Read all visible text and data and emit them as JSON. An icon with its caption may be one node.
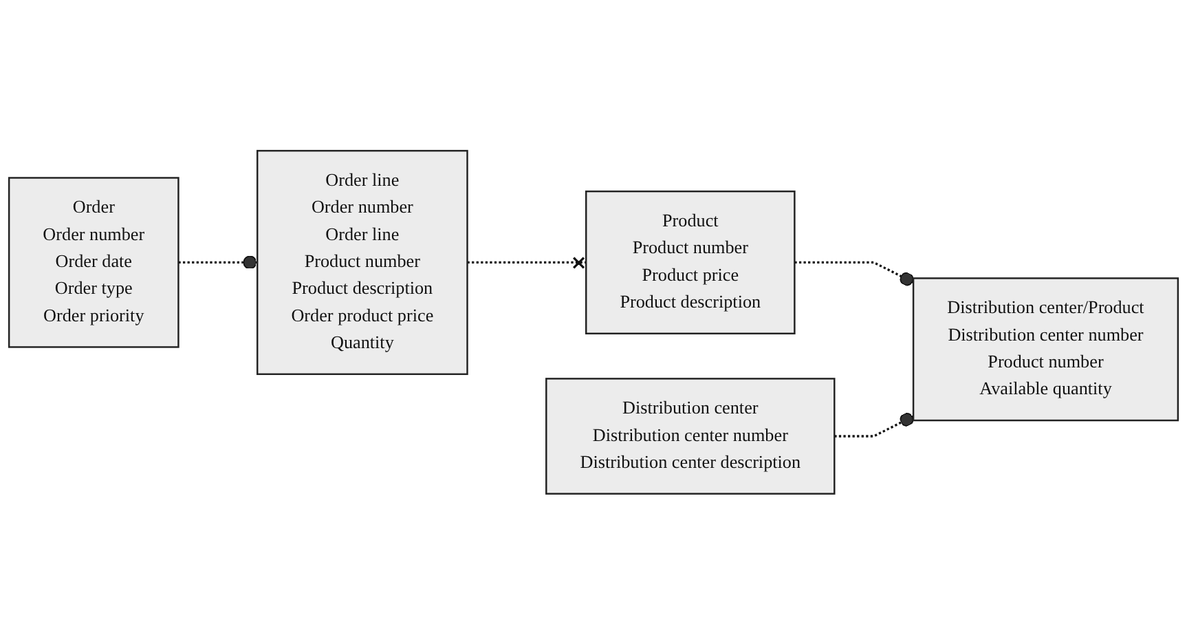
{
  "diagram": {
    "nodes": [
      {
        "text": [
          "Order",
          "Order number",
          "Order date",
          "Order type",
          "Order priority"
        ]
      },
      {
        "text": [
          "Order line",
          "Order number",
          "Order line",
          "Product number",
          "Product description",
          "Order product price",
          "Quantity"
        ]
      },
      {
        "text": [
          "Product",
          "Product number",
          "Product price",
          "Product description"
        ]
      },
      {
        "text": [
          "Distribution center",
          "Distribution center number",
          "Distribution center description"
        ]
      },
      {
        "text": [
          "Distribution center/Product",
          "Distribution center number",
          "Product number",
          "Available quantity"
        ]
      }
    ],
    "edges": [
      {
        "from": 0,
        "to": 1,
        "arrow": "other",
        "style": "dashed"
      },
      {
        "from": 1,
        "to": 2,
        "arrow": "other",
        "style": "dashed"
      },
      {
        "from": 2,
        "to": 4,
        "arrow": "other",
        "style": "dashed"
      },
      {
        "from": 3,
        "to": 4,
        "arrow": "other",
        "style": "dashed"
      }
    ]
  }
}
